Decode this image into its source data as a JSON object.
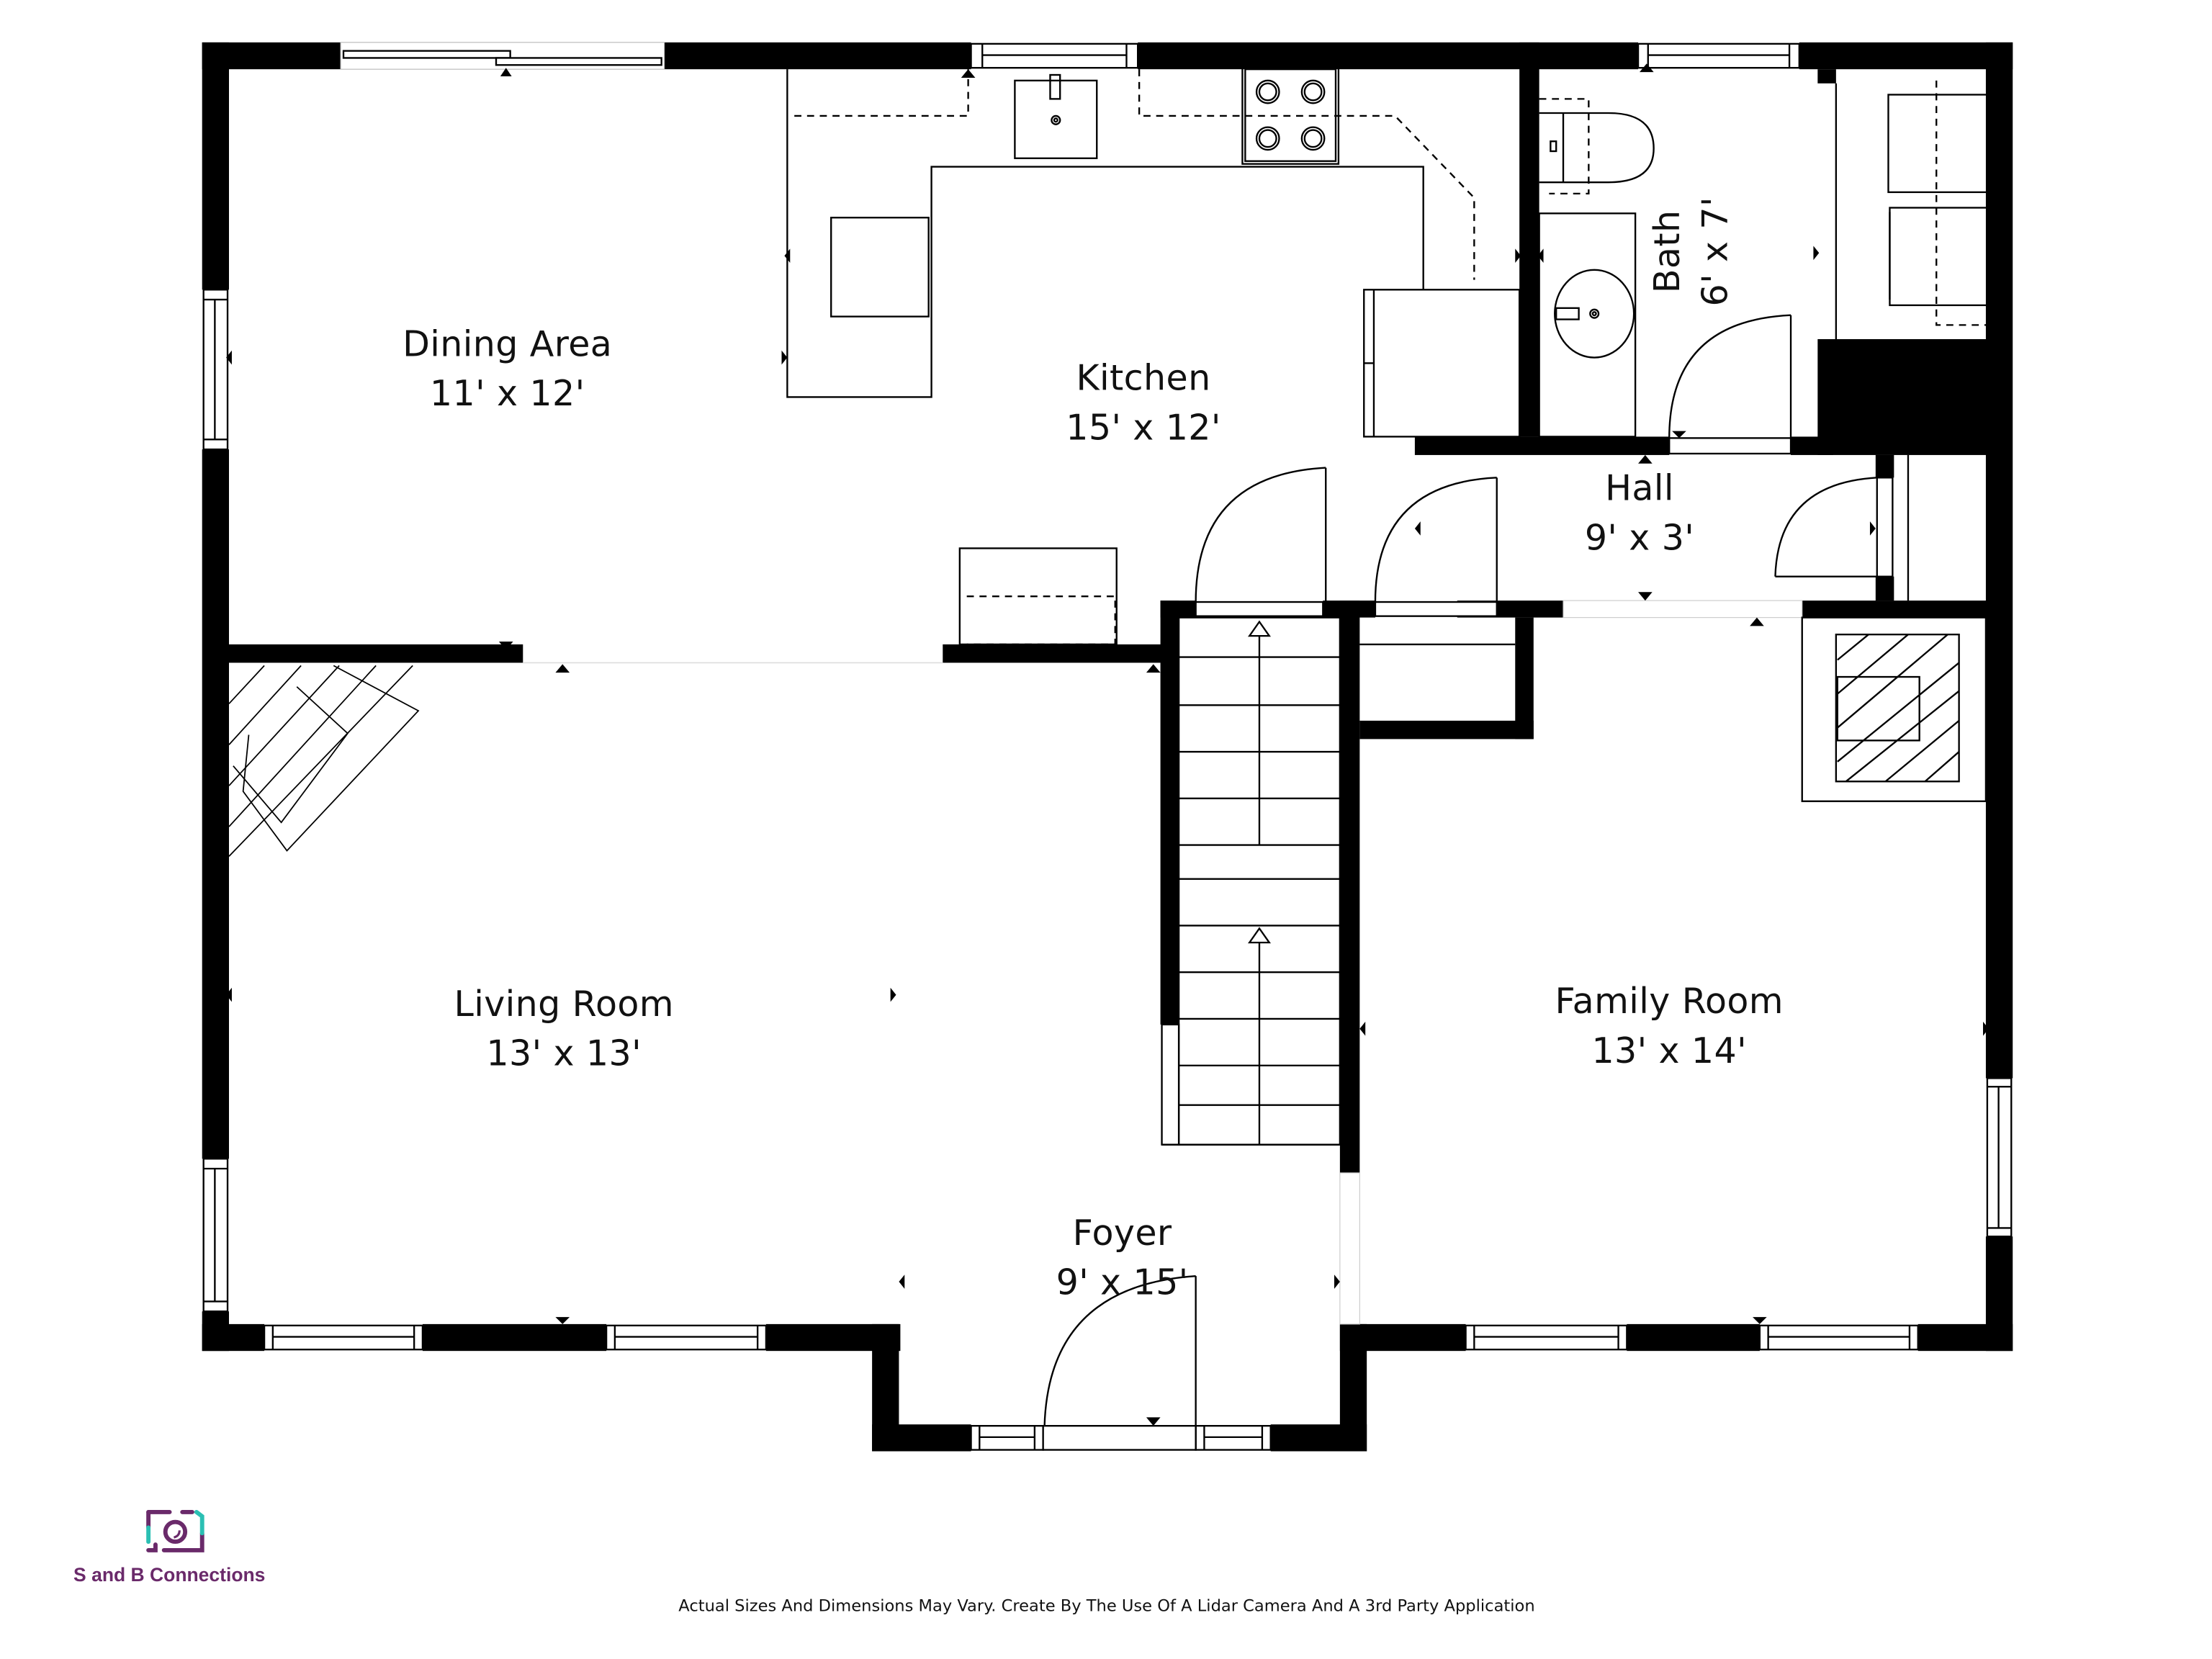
{
  "rooms": {
    "dining": {
      "name": "Dining Area",
      "dims": "11' x 12'"
    },
    "kitchen": {
      "name": "Kitchen",
      "dims": "15' x 12'"
    },
    "bath": {
      "name": "Bath",
      "dims": "6' x 7'"
    },
    "hall": {
      "name": "Hall",
      "dims": "9' x 3'"
    },
    "living": {
      "name": "Living Room",
      "dims": "13' x 13'"
    },
    "family": {
      "name": "Family Room",
      "dims": "13' x 14'"
    },
    "foyer": {
      "name": "Foyer",
      "dims": "9' x 15'"
    }
  },
  "branding": {
    "company": "S and B Connections",
    "logo_icon": "camera-icon",
    "colors": {
      "primary": "#6a2a6a",
      "accent": "#2bbfb3"
    }
  },
  "footer": {
    "disclaimer": "Actual Sizes And Dimensions May Vary. Create By The Use Of A Lidar Camera And A 3rd Party Application"
  },
  "colors": {
    "wall": "#000000",
    "background": "#ffffff"
  }
}
